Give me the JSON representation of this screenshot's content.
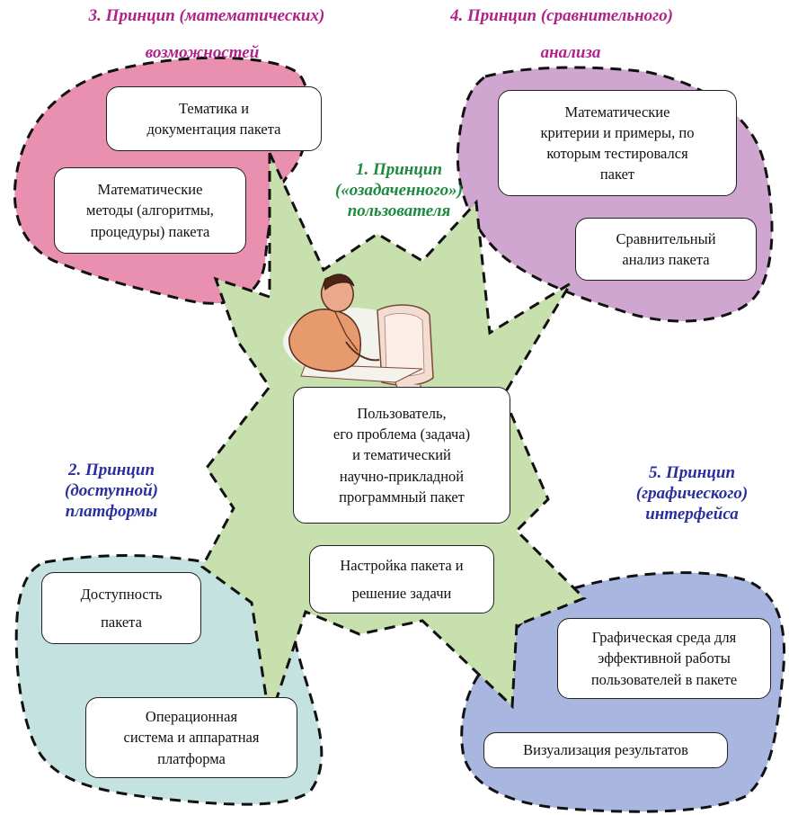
{
  "colors": {
    "star": "#c7e0ad",
    "pink": "#e98fb0",
    "purple": "#cfa6cf",
    "teal": "#c4e2e0",
    "blue": "#a9b6df",
    "green_title": "#1e8a3e",
    "purple_title": "#b0228a",
    "navy_title": "#2a2f9e"
  },
  "principles": {
    "p1": {
      "lines": [
        "1. Принцип",
        "(«озадаченного»)",
        "пользователя"
      ]
    },
    "p2": {
      "lines": [
        "2. Принцип",
        "(доступной)",
        "платформы"
      ]
    },
    "p3": {
      "lines": [
        "3. Принцип (математических)",
        "возможностей"
      ]
    },
    "p4": {
      "lines": [
        "4. Принцип (сравнительного)",
        "анализа"
      ]
    },
    "p5": {
      "lines": [
        "5. Принцип",
        "(графического)",
        "интерфейса"
      ]
    }
  },
  "boxes": {
    "thematics": [
      "Тематика и",
      "документация пакета"
    ],
    "methods": [
      "Математические",
      "методы (алгоритмы,",
      "процедуры) пакета"
    ],
    "criteria": [
      "Математические",
      "критерии и примеры, по",
      "которым тестировался",
      "пакет"
    ],
    "comparative": [
      "Сравнительный",
      "анализ пакета"
    ],
    "user": [
      "Пользователь,",
      "его проблема (задача)",
      "и тематический",
      "научно-прикладной",
      "программный пакет"
    ],
    "setup": [
      "Настройка пакета и",
      "решение задачи"
    ],
    "availability": [
      "Доступность",
      "пакета"
    ],
    "os": [
      "Операционная",
      "система и аппаратная",
      "платформа"
    ],
    "graphic": [
      "Графическая среда для",
      "эффективной работы",
      "пользователей в пакете"
    ],
    "visual": [
      "Визуализация результатов"
    ]
  },
  "illustration": {
    "icon": "user-at-computer-icon"
  }
}
